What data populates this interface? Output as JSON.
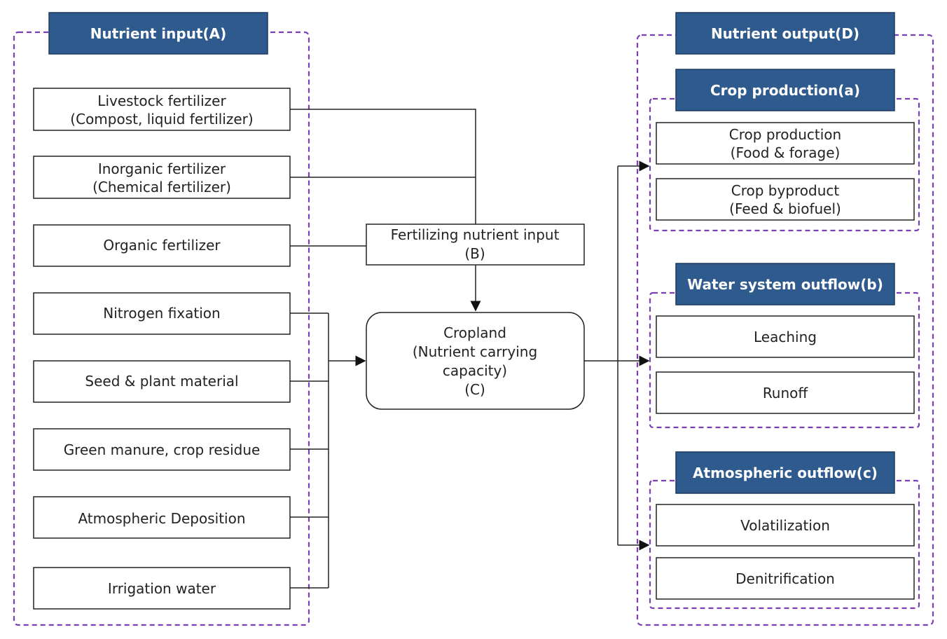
{
  "input_group": {
    "title": "Nutrient input(A)",
    "items": [
      {
        "line1": "Livestock fertilizer",
        "line2": "(Compost, liquid fertilizer)"
      },
      {
        "line1": "Inorganic fertilizer",
        "line2": "(Chemical fertilizer)"
      },
      {
        "line1": "Organic fertilizer",
        "line2": ""
      },
      {
        "line1": "Nitrogen fixation",
        "line2": ""
      },
      {
        "line1": "Seed & plant material",
        "line2": ""
      },
      {
        "line1": "Green manure, crop residue",
        "line2": ""
      },
      {
        "line1": "Atmospheric Deposition",
        "line2": ""
      },
      {
        "line1": "Irrigation water",
        "line2": ""
      }
    ]
  },
  "fertilizing_box": {
    "line1": "Fertilizing nutrient input",
    "line2": "(B)"
  },
  "cropland_box": {
    "line1": "Cropland",
    "line2": "(Nutrient carrying",
    "line3": "capacity)",
    "line4": "(C)"
  },
  "output_group": {
    "title": "Nutrient output(D)",
    "subgroups": [
      {
        "title": "Crop production(a)",
        "items": [
          {
            "line1": "Crop production",
            "line2": "(Food & forage)"
          },
          {
            "line1": "Crop byproduct",
            "line2": "(Feed & biofuel)"
          }
        ]
      },
      {
        "title": "Water system outflow(b)",
        "items": [
          {
            "line1": "Leaching",
            "line2": ""
          },
          {
            "line1": "Runoff",
            "line2": ""
          }
        ]
      },
      {
        "title": "Atmospheric outflow(c)",
        "items": [
          {
            "line1": "Volatilization",
            "line2": ""
          },
          {
            "line1": "Denitrification",
            "line2": ""
          }
        ]
      }
    ]
  },
  "colors": {
    "header_fill": "#2e5a8e",
    "group_border": "#7b3fb5",
    "box_border": "#222222"
  }
}
